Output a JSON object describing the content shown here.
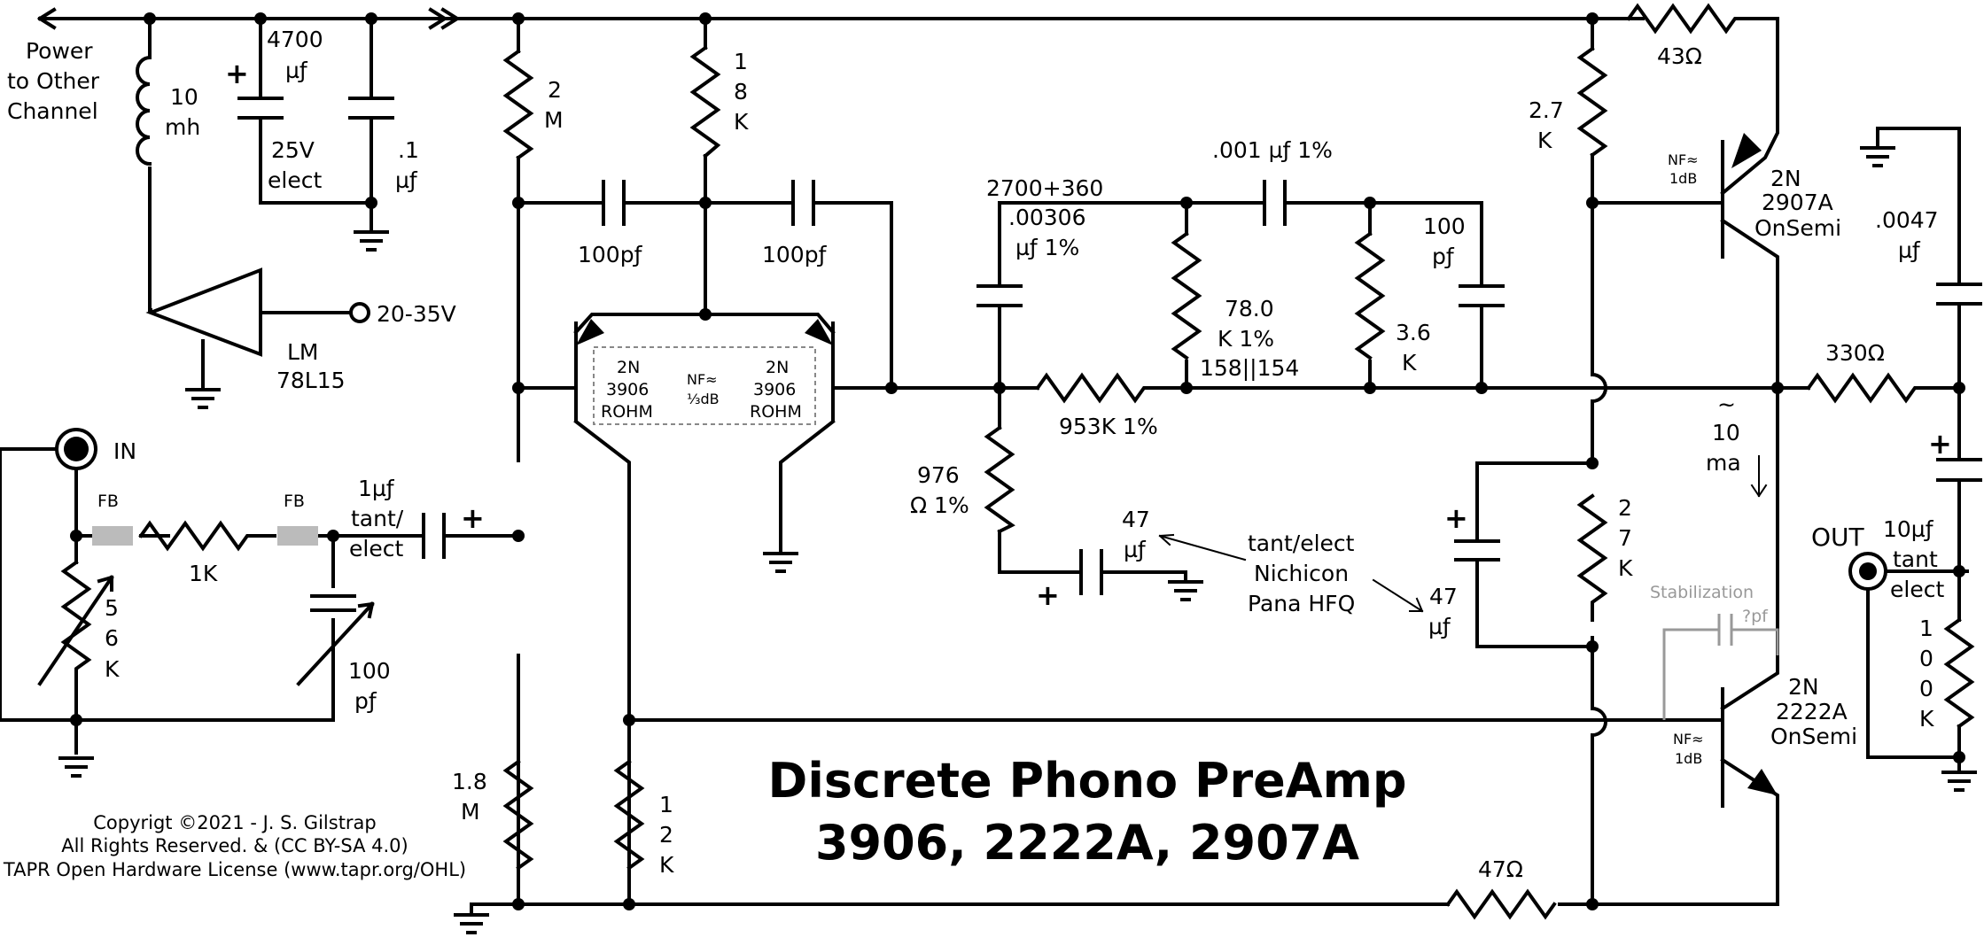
{
  "title": {
    "line1": "Discrete Phono PreAmp",
    "line2": "3906, 2222A, 2907A"
  },
  "copyright": {
    "line1": "Copyrigt ©2021 - J. S. Gilstrap",
    "line2": "All Rights Reserved. & (CC BY-SA 4.0)",
    "line3": "TAPR Open Hardware License (www.tapr.org/OHL)"
  },
  "power": {
    "other_channel": [
      "Power",
      "to Other",
      "Channel"
    ],
    "inductor": [
      "10",
      "mh"
    ],
    "bulk_cap": [
      "4700",
      "µƒ"
    ],
    "bulk_cap_rating": [
      "25V",
      "elect"
    ],
    "bypass_cap": [
      ".1",
      "µƒ"
    ],
    "regulator": [
      "LM",
      "78L15"
    ],
    "supply": "20-35V"
  },
  "input": {
    "jack": "IN",
    "ferrite1": "FB",
    "ferrite2": "FB",
    "series_r": "1K",
    "trim_r": [
      "5",
      "6",
      "K"
    ],
    "trim_c": [
      "100",
      "pƒ"
    ],
    "coupling_c": [
      "1µƒ",
      "tant/",
      "elect"
    ]
  },
  "input_stage": {
    "r_2m": [
      "2",
      "M"
    ],
    "r_18k": [
      "1",
      "8",
      "K"
    ],
    "c_left": "100pƒ",
    "c_right": "100pƒ",
    "q_left": [
      "2N",
      "3906",
      "ROHM"
    ],
    "q_right": [
      "2N",
      "3906",
      "ROHM"
    ],
    "noise": [
      "NF≈",
      "⅓dB"
    ],
    "r_1_8m": [
      "1.8",
      "M"
    ],
    "r_12k": [
      "1",
      "2",
      "K"
    ]
  },
  "riaa": {
    "c_00306": [
      "2700+360",
      ".00306",
      "µƒ 1%"
    ],
    "c_001": ".001 µƒ 1%",
    "r_78k": [
      "78.0",
      "K 1%",
      "158||154"
    ],
    "r_36k": [
      "3.6",
      "K"
    ],
    "c_100pf": [
      "100",
      "pƒ"
    ],
    "r_953k": "953K 1%",
    "r_976": [
      "976",
      "Ω 1%"
    ],
    "c_47a": [
      "47",
      "µƒ"
    ],
    "cap_note": [
      "tant/elect",
      "Nichicon",
      "Pana HFQ"
    ]
  },
  "output_stage": {
    "r_43": "43Ω",
    "r_2_7k": [
      "2.7",
      "K"
    ],
    "q_pnp": [
      "2N",
      "2907A",
      "OnSemi"
    ],
    "q_pnp_nf": [
      "NF≈",
      "1dB"
    ],
    "c_0047": [
      ".0047",
      "µƒ"
    ],
    "r_330": "330Ω",
    "current": [
      "~",
      "10",
      "ma"
    ],
    "r_27k": [
      "2",
      "7",
      "K"
    ],
    "c_47b": [
      "47",
      "µƒ"
    ],
    "stab": [
      "Stabilization",
      "?pf"
    ],
    "q_npn": [
      "2N",
      "2222A",
      "OnSemi"
    ],
    "q_npn_nf": [
      "NF≈",
      "1dB"
    ],
    "r_47": "47Ω",
    "out_jack": "OUT",
    "out_cap": [
      "10µƒ",
      "tant",
      "elect"
    ],
    "out_r": [
      "1",
      "0",
      "0",
      "K"
    ]
  }
}
